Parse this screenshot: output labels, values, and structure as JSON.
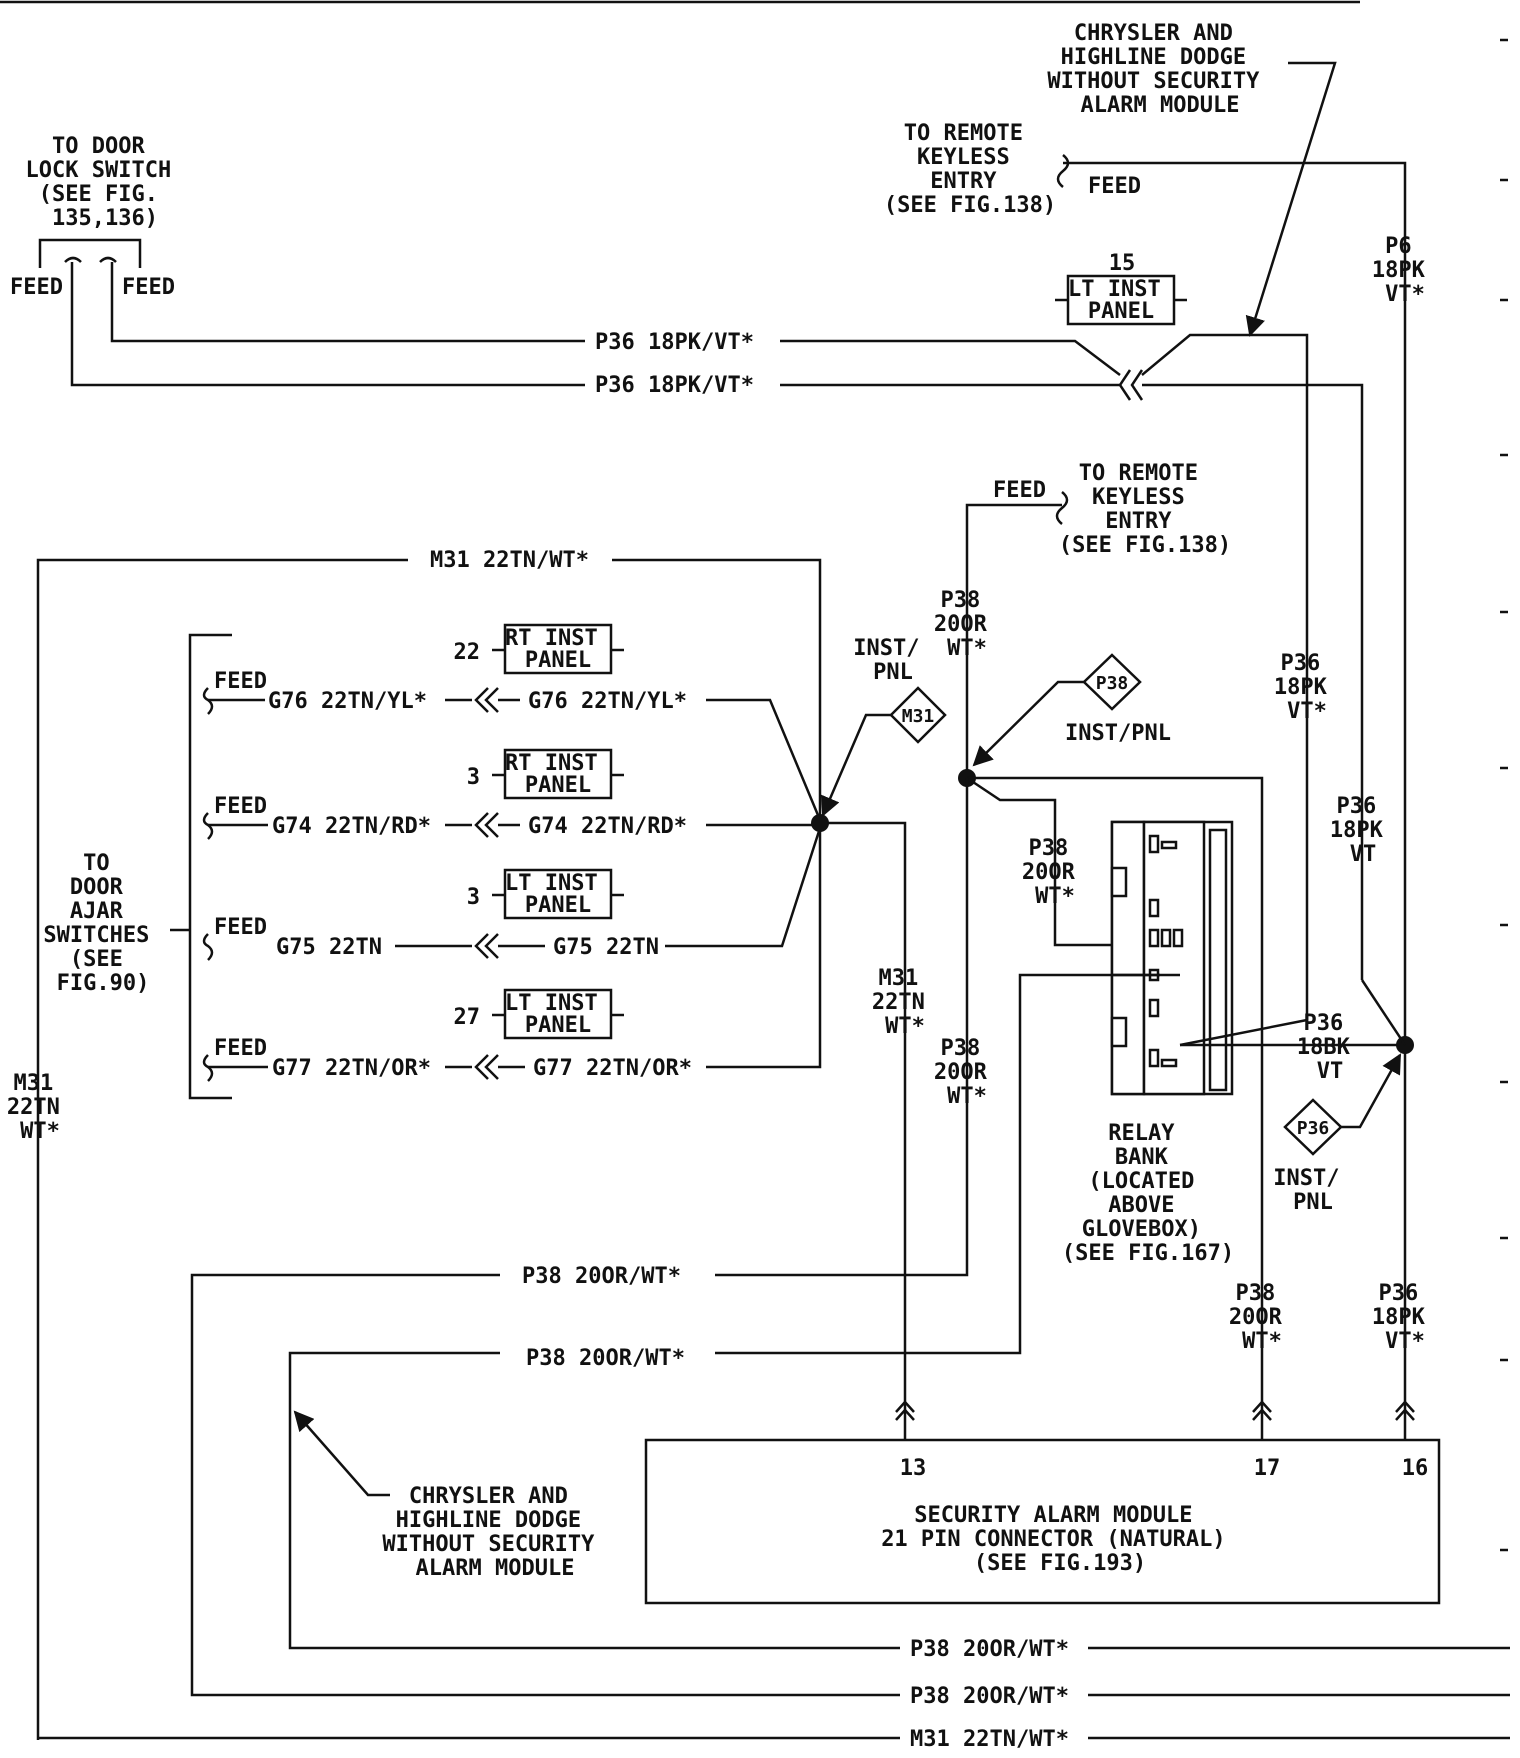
{
  "labels": {
    "chrysler_top": [
      "CHRYSLER AND",
      "HIGHLINE DODGE",
      "WITHOUT SECURITY",
      "ALARM MODULE"
    ],
    "remote_keyless_top": [
      "TO REMOTE",
      "KEYLESS",
      "ENTRY",
      "(SEE FIG.138)"
    ],
    "feed_top": "FEED",
    "door_lock": [
      "TO DOOR",
      "LOCK SWITCH",
      "(SEE FIG.",
      "135,136)"
    ],
    "feed_left": "FEED",
    "feed_right": "FEED",
    "p6": [
      "P6",
      "18PK",
      "VT*"
    ],
    "lt_panel_15_num": "15",
    "lt_panel_15": [
      "LT INST",
      "PANEL"
    ],
    "p36_wire1": "P36 18PK/VT*",
    "p36_wire2": "P36 18PK/VT*",
    "remote_keyless_mid": [
      "TO REMOTE",
      "KEYLESS",
      "ENTRY",
      "(SEE FIG.138)"
    ],
    "feed_mid": "FEED",
    "m31_top": "M31 22TN/WT*",
    "p38_upper": [
      "P38",
      "20OR",
      "WT*"
    ],
    "inst_pnl_1": [
      "INST/",
      "PNL"
    ],
    "m31_diamond": "M31",
    "p38_diamond": "P38",
    "inst_pnl_2": "INST/PNL",
    "p36_vert_a": [
      "P36",
      "18PK",
      "VT*"
    ],
    "p36_vert_b": [
      "P36",
      "18PK",
      "VT"
    ],
    "rt_panel_22_num": "22",
    "rt_panel_22": [
      "RT INST",
      "PANEL"
    ],
    "rt_panel_3_num": "3",
    "rt_panel_3": [
      "RT INST",
      "PANEL"
    ],
    "lt_panel_3_num": "3",
    "lt_panel_3": [
      "LT INST",
      "PANEL"
    ],
    "lt_panel_27_num": "27",
    "lt_panel_27": [
      "LT INST",
      "PANEL"
    ],
    "feed_g76": "FEED",
    "feed_g74": "FEED",
    "feed_g75": "FEED",
    "feed_g77": "FEED",
    "g76_left": "G76 22TN/YL*",
    "g76_right": "G76 22TN/YL*",
    "g74_left": "G74 22TN/RD*",
    "g74_right": "G74 22TN/RD*",
    "g75_left": "G75 22TN",
    "g75_right": "G75 22TN",
    "g77_left": "G77 22TN/OR*",
    "g77_right": "G77 22TN/OR*",
    "door_ajar": [
      "TO",
      "DOOR",
      "AJAR",
      "SWITCHES",
      "(SEE",
      "FIG.90)"
    ],
    "p38_mid": [
      "P38",
      "20OR",
      "WT*"
    ],
    "m31_mid": [
      "M31",
      "22TN",
      "WT*"
    ],
    "p38_lower": [
      "P38",
      "20OR",
      "WT*"
    ],
    "m31_left": [
      "M31",
      "22TN",
      "WT*"
    ],
    "p36_18bk": [
      "P36",
      "18BK",
      "VT"
    ],
    "p36_diamond": "P36",
    "inst_pnl_3": [
      "INST/",
      "PNL"
    ],
    "relay_bank": [
      "RELAY",
      "BANK",
      "(LOCATED",
      "ABOVE",
      "GLOVEBOX)",
      "(SEE FIG.167)"
    ],
    "p38_wire_a": "P38 20OR/WT*",
    "p38_wire_b": "P38 20OR/WT*",
    "p38_pin17": [
      "P38",
      "20OR",
      "WT*"
    ],
    "p36_pin16": [
      "P36",
      "18PK",
      "VT*"
    ],
    "chrysler_bottom": [
      "CHRYSLER AND",
      "HIGHLINE DODGE",
      "WITHOUT SECURITY",
      "ALARM MODULE"
    ],
    "pin_13": "13",
    "pin_17": "17",
    "pin_16": "16",
    "security_module": [
      "SECURITY ALARM MODULE",
      "21 PIN CONNECTOR (NATURAL)",
      "(SEE FIG.193)"
    ],
    "bottom_wire_1": "P38 20OR/WT*",
    "bottom_wire_2": "P38 20OR/WT*",
    "bottom_wire_3": "M31 22TN/WT*"
  }
}
